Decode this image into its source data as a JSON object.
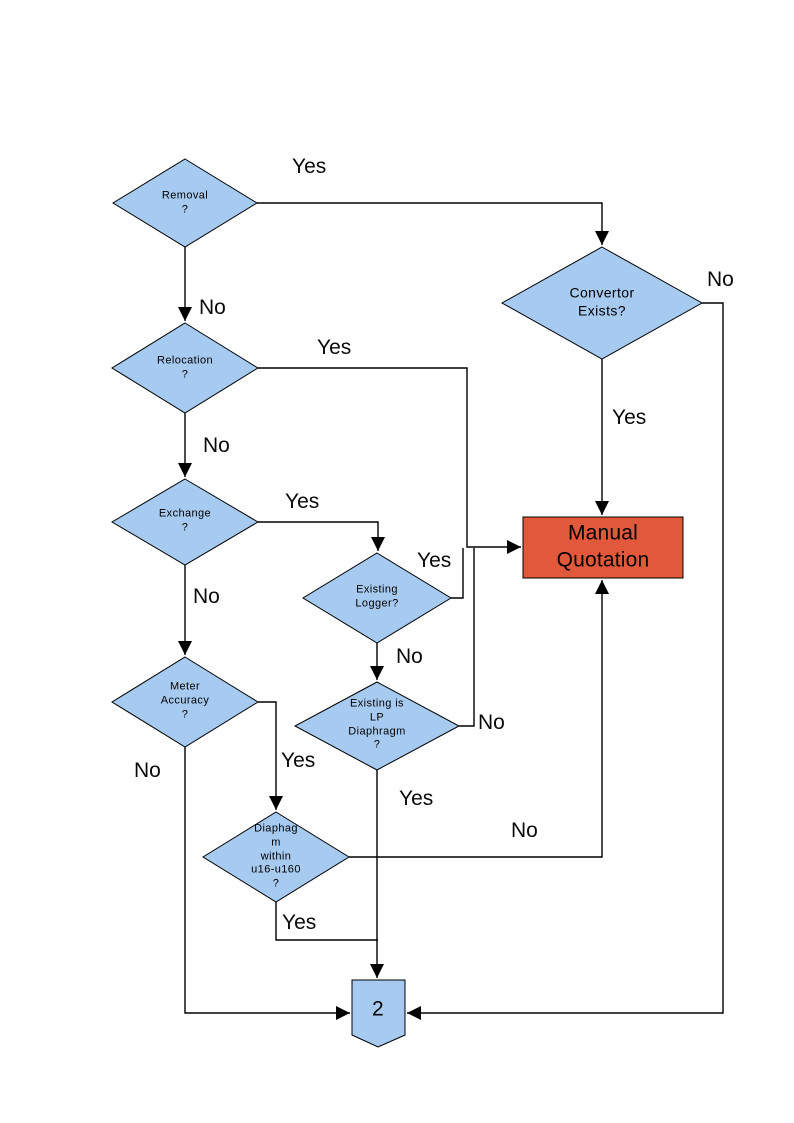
{
  "page": {
    "background": "#ffffff"
  },
  "colors": {
    "decision_fill": "#a6caf0",
    "process_fill": "#e2583b",
    "connector_fill": "#a6caf0",
    "stroke": "#000000",
    "text": "#000000"
  },
  "nodes": {
    "removal": {
      "type": "decision",
      "label": "Removal\n?"
    },
    "convertor_exists": {
      "type": "decision",
      "label": "Convertor\nExists?"
    },
    "relocation": {
      "type": "decision",
      "label": "Relocation\n?"
    },
    "exchange": {
      "type": "decision",
      "label": "Exchange\n?"
    },
    "existing_logger": {
      "type": "decision",
      "label": "Existing\nLogger?"
    },
    "meter_accuracy": {
      "type": "decision",
      "label": "Meter\nAccuracy\n?"
    },
    "existing_lp_diaphragm": {
      "type": "decision",
      "label": "Existing is\nLP\nDiaphragm\n?"
    },
    "diaphragm_within_range": {
      "type": "decision",
      "label": "Diaphag\nm\nwithin\nu16-u160\n?"
    },
    "manual_quotation": {
      "type": "process",
      "label": "Manual\nQuotation"
    },
    "offpage_connector": {
      "type": "off-page-connector",
      "label": "2"
    }
  },
  "edge_labels": {
    "removal_yes": "Yes",
    "removal_no": "No",
    "convertor_yes": "Yes",
    "convertor_no": "No",
    "relocation_yes": "Yes",
    "relocation_no": "No",
    "exchange_yes": "Yes",
    "exchange_no": "No",
    "logger_yes": "Yes",
    "logger_no": "No",
    "meter_yes": "Yes",
    "meter_no": "No",
    "lp_yes": "Yes",
    "lp_no": "No",
    "diaphragm_yes": "Yes",
    "diaphragm_no": "No"
  }
}
